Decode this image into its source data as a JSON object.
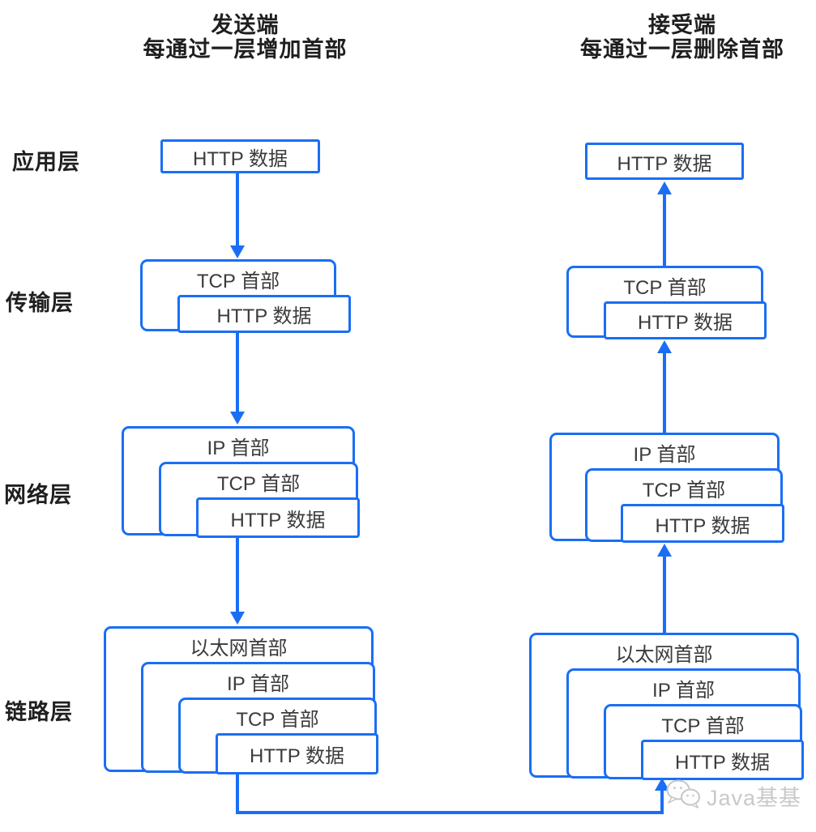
{
  "colors": {
    "accent_blue": "#1a6ef5",
    "box_text": "#3b3b3b",
    "heading_text": "#1f1f1f",
    "watermark_gray": "#c9c9c9"
  },
  "sender": {
    "title_line1": "发送端",
    "title_line2": "每通过一层增加首部"
  },
  "receiver": {
    "title_line1": "接受端",
    "title_line2": "每通过一层删除首部"
  },
  "layer_labels": {
    "application": "应用层",
    "transport": "传输层",
    "network": "网络层",
    "link": "链路层"
  },
  "labels": {
    "http_data": "HTTP 数据",
    "tcp_header": "TCP 首部",
    "ip_header": "IP 首部",
    "ethernet_header": "以太网首部"
  },
  "watermark": {
    "icon": "wechat-icon",
    "text": "Java基基"
  }
}
